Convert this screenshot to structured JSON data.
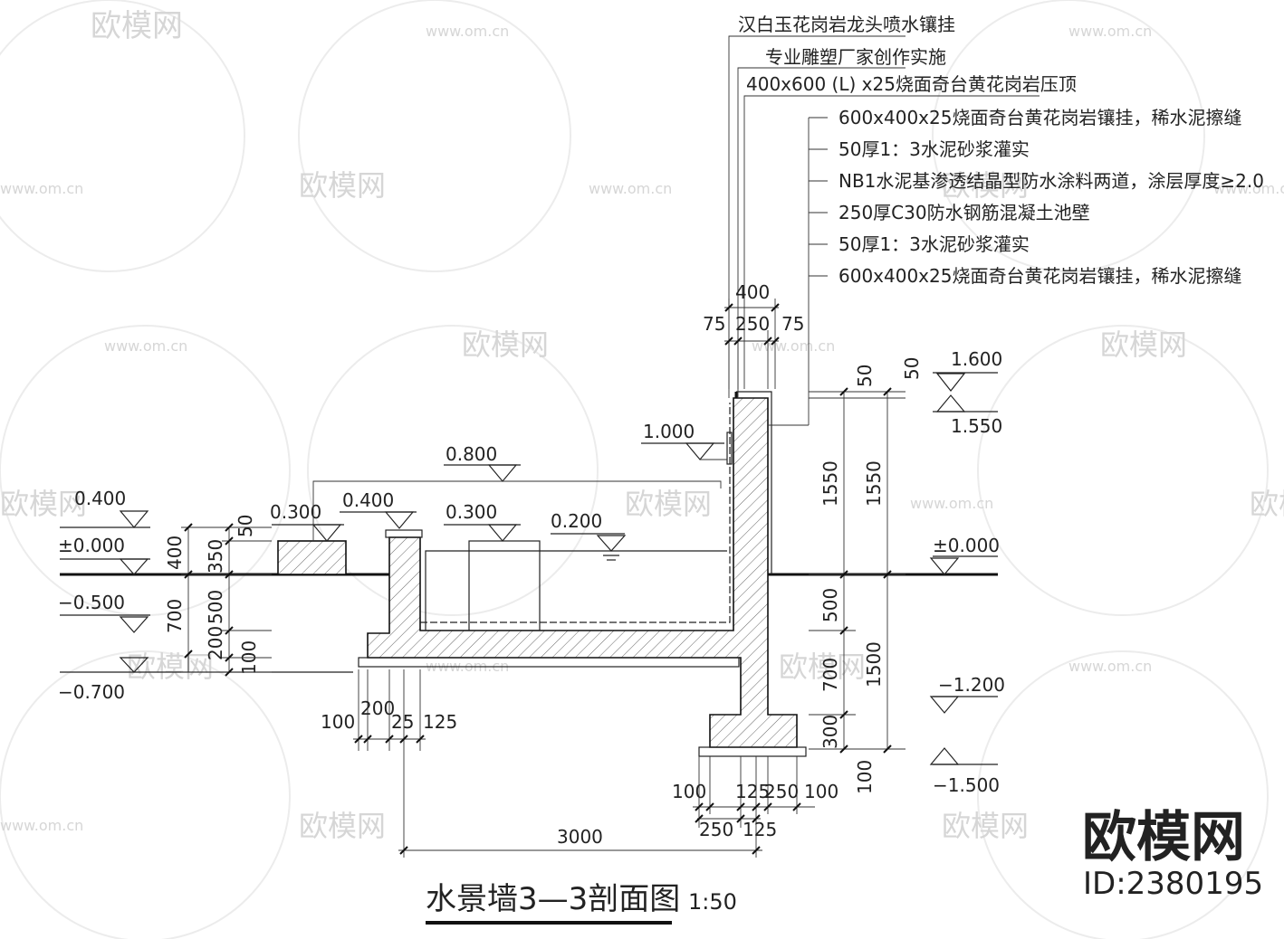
{
  "title": {
    "main": "水景墙3—3剖面图",
    "scale": "1:50"
  },
  "brand": {
    "logo": "欧模网",
    "id": "ID:2380195",
    "watermark_text": "欧模网",
    "watermark_url": "www.om.cn"
  },
  "callouts": [
    "汉白玉花岗岩龙头喷水镶挂",
    "专业雕塑厂家创作实施",
    "400x600 (L) x25烧面奇台黄花岗岩压顶",
    "600x400x25烧面奇台黄花岗岩镶挂，稀水泥擦缝",
    "50厚1：3水泥砂浆灌实",
    "NB1水泥基渗透结晶型防水涂料两道，涂层厚度≥2.0",
    "250厚C30防水钢筋混凝土池壁",
    "50厚1：3水泥砂浆灌实",
    "600x400x25烧面奇台黄花岗岩镶挂，稀水泥擦缝"
  ],
  "elevations": {
    "left_0400": "0.400",
    "left_000": "±0.000",
    "left_m0500": "−0.500",
    "left_m0700": "−0.700",
    "box_0300": "0.300",
    "wall_0400": "0.400",
    "top_0800": "0.800",
    "inner_0300": "0.300",
    "water_0200": "0.200",
    "spout_1000": "1.000",
    "right_1600": "1.600",
    "right_1550": "1.550",
    "right_000": "±0.000",
    "right_m1200": "−1.200",
    "right_m1500": "−1.500"
  },
  "dims": {
    "top_400": "400",
    "top_75a": "75",
    "top_250": "250",
    "top_75b": "75",
    "left_50": "50",
    "left_400": "400",
    "left_350": "350",
    "left_700": "700",
    "left_500": "500",
    "left_200": "200",
    "left_100": "100",
    "bot_100": "100",
    "bot_200": "200",
    "bot_25": "25",
    "bot_125": "125",
    "right_50a": "50",
    "right_50b": "50",
    "right_1550a": "1550",
    "right_1550b": "1550",
    "right_500": "500",
    "right_1500": "1500",
    "right_700": "700",
    "right_300": "300",
    "right_100": "100",
    "foot_100a": "100",
    "foot_125a": "125",
    "foot_250a": "250",
    "foot_100b": "100",
    "foot_250b": "250",
    "foot_125b": "125",
    "total_3000": "3000"
  }
}
